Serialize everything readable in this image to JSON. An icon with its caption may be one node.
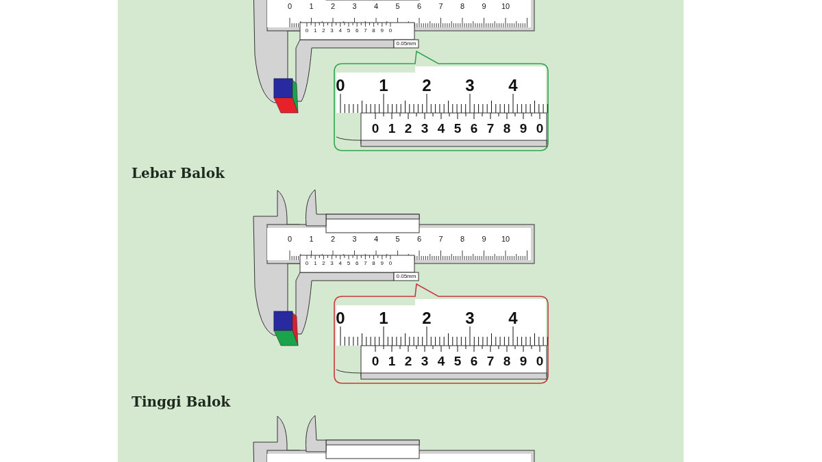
{
  "diagram": {
    "labels": [
      "0",
      "1",
      "2",
      "3",
      "4",
      "5",
      "6",
      "7",
      "8",
      "9",
      "10",
      "0",
      "1",
      "2",
      "3",
      "4",
      "5",
      "6",
      "7",
      "8",
      "9",
      "0",
      "0.05mm",
      "0",
      "1",
      "2",
      "3",
      "4",
      "0",
      "1",
      "2",
      "3",
      "4",
      "5",
      "6",
      "7",
      "8",
      "9",
      "0",
      "Lebar Balok",
      "0",
      "1",
      "2",
      "3",
      "4",
      "5",
      "6",
      "7",
      "8",
      "9",
      "10",
      "0",
      "1",
      "2",
      "3",
      "4",
      "5",
      "6",
      "7",
      "8",
      "9",
      "0",
      "0.05mm",
      "0",
      "1",
      "2",
      "3",
      "4",
      "0",
      "1",
      "2",
      "3",
      "4",
      "5",
      "6",
      "7",
      "8",
      "9",
      "0",
      "Tinggi Balok"
    ]
  }
}
